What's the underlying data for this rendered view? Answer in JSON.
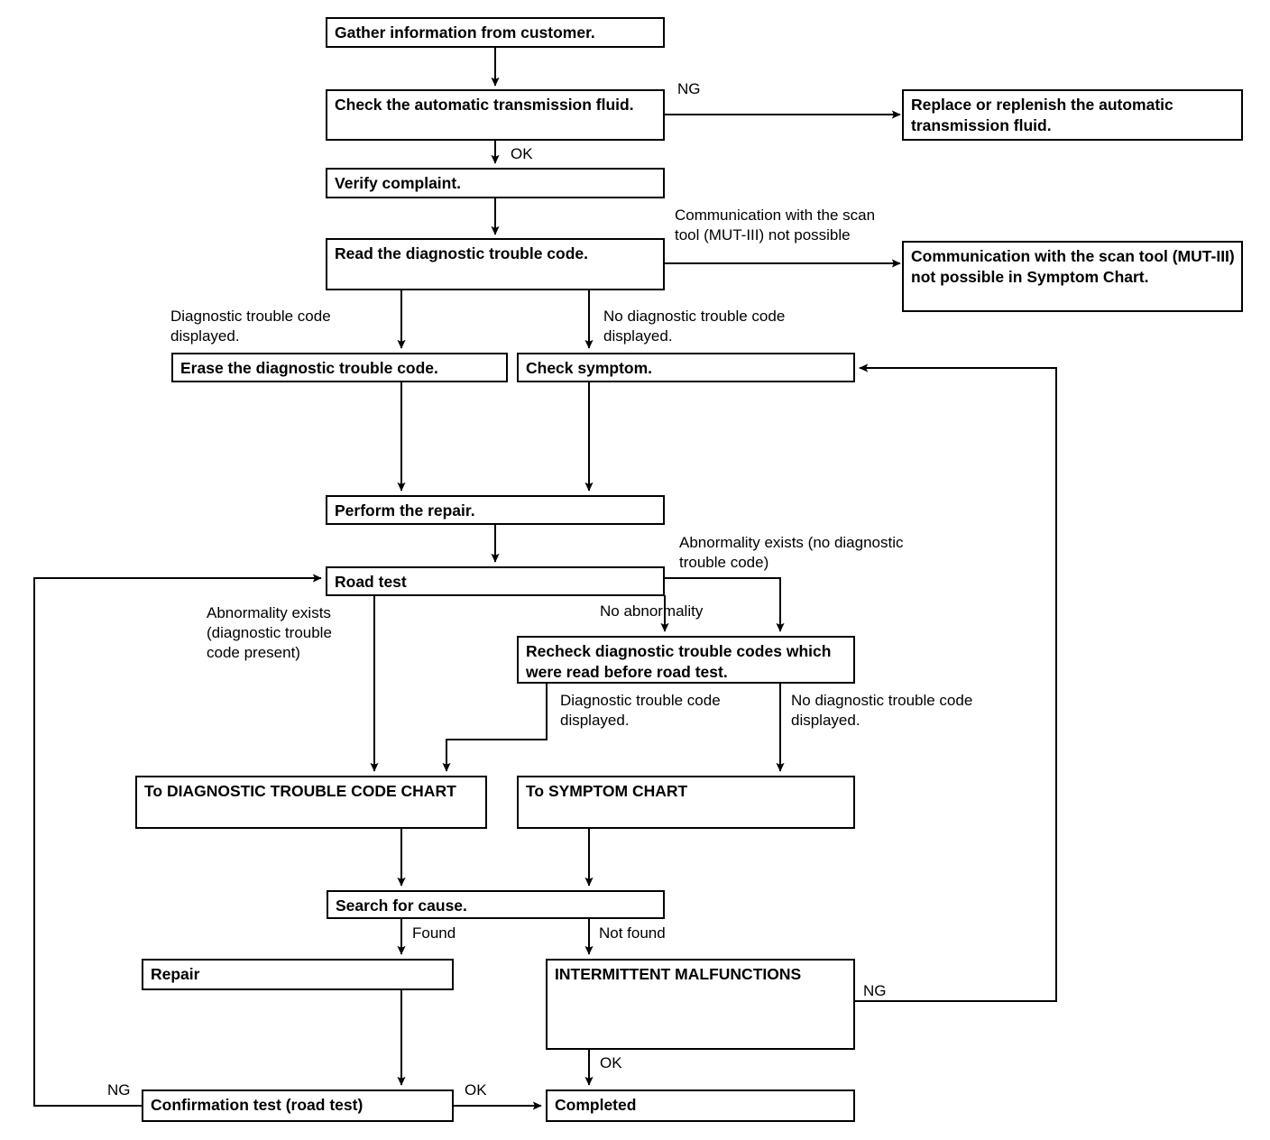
{
  "diagram": {
    "title": "Automatic transmission diagnostic troubleshooting flowchart",
    "line_color": "#000000",
    "background_color": "#ffffff"
  },
  "nodes": {
    "gather_info": "Gather information from customer.",
    "check_fluid": "Check the automatic transmission fluid.",
    "replace_fluid": "Replace or replenish the automatic transmission fluid.",
    "verify_complaint": "Verify complaint.",
    "read_dtc": "Read the diagnostic trouble code.",
    "comm_not_possible": "Communication with the scan tool (MUT-III) not possible in Symptom Chart.",
    "erase_dtc": "Erase the diagnostic trouble code.",
    "check_symptom": "Check symptom.",
    "perform_repair": "Perform the repair.",
    "road_test": "Road test",
    "recheck_dtc": "Recheck diagnostic trouble codes which were read before road test.",
    "to_dtc_chart": "To DIAGNOSTIC TROUBLE CODE CHART",
    "to_symptom_chart": "To SYMPTOM CHART",
    "search_cause": "Search for cause.",
    "repair": "Repair",
    "intermittent": "INTERMITTENT MALFUNCTIONS",
    "confirmation_test": "Confirmation test (road test)",
    "completed": "Completed"
  },
  "edge_labels": {
    "ng_fluid": "NG",
    "ok_fluid": "OK",
    "comm_not_possible_branch": "Communication with the scan\ntool (MUT-III) not possible",
    "dtc_displayed_left": "Diagnostic trouble code\ndisplayed.",
    "no_dtc_displayed_right": "No diagnostic trouble code\ndisplayed.",
    "abnormality_no_dtc": "Abnormality exists (no diagnostic\ntrouble code)",
    "no_abnormality": "No abnormality",
    "abnormality_dtc_present": "Abnormality exists\n(diagnostic trouble\ncode present)",
    "recheck_dtc_displayed": "Diagnostic trouble code\ndisplayed.",
    "recheck_no_dtc_displayed": "No diagnostic trouble code\ndisplayed.",
    "found": "Found",
    "not_found": "Not found",
    "ng_intermittent": "NG",
    "ok_intermittent": "OK",
    "ng_confirmation": "NG",
    "ok_confirmation": "OK"
  }
}
